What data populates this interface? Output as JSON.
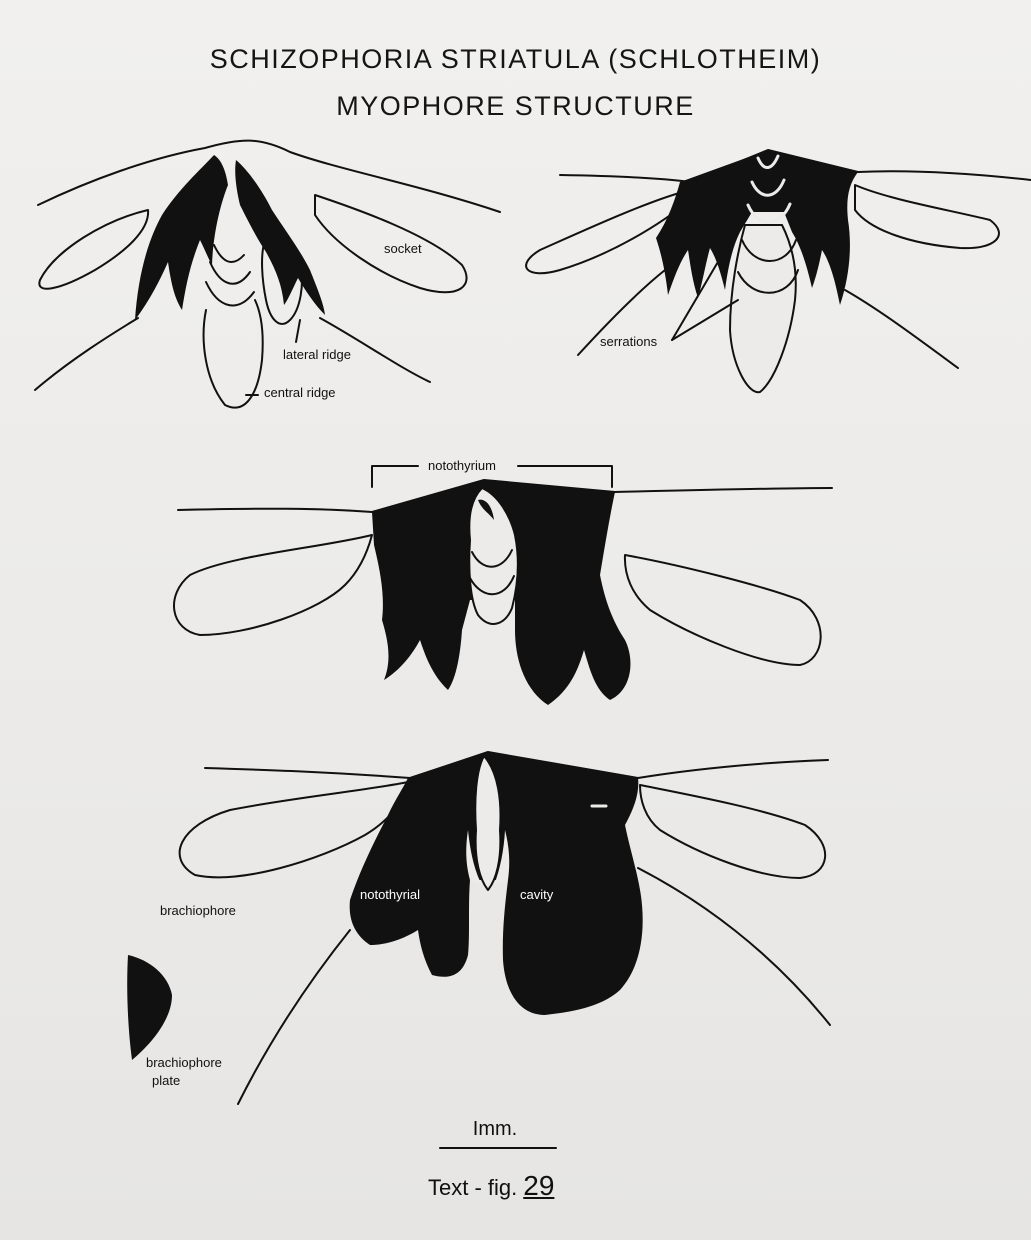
{
  "title": {
    "line1": "SCHIZOPHORIA STRIATULA (SCHLOTHEIM)",
    "line2": "MYOPHORE STRUCTURE"
  },
  "labels": {
    "socket": "socket",
    "lateral_ridge": "lateral ridge",
    "central_ridge": "central ridge",
    "serrations": "serrations",
    "notothyrium": "notothyrium",
    "notothyrial": "notothyrial",
    "cavity": "cavity",
    "brachiophore": "brachiophore",
    "brachiophore_plate_1": "brachiophore",
    "brachiophore_plate_2": "plate"
  },
  "scale": {
    "label": "Imm."
  },
  "figure": {
    "prefix": "Text - fig.",
    "number": "29"
  }
}
